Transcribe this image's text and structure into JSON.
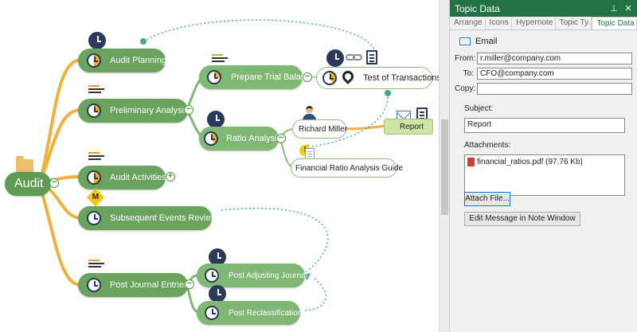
{
  "mindmap": {
    "root": "Audit",
    "nodes": {
      "audit_planning": "Audit Planning",
      "preliminary_analysis": "Preliminary Analysis",
      "prepare_trial_balance": "Prepare Trial Balance",
      "test_of_transactions": "Test of Transactions",
      "ratio_analysis": "Ratio Analysis",
      "richard_miller": "Richard Miller",
      "report": "Report",
      "financial_ratio_guide": "Financial Ratio Analysis Guide",
      "audit_activities": "Audit Activities",
      "subsequent_events": "Subsequent Events Review",
      "post_journal_entries": "Post Journal Entries",
      "post_adjusting_journal": "Post Adjusting Journal",
      "post_reclassification": "Post Reclassification"
    },
    "milestone_marker": "M",
    "alert_marker": "!",
    "task_progress": {
      "audit_planning": "50%",
      "preliminary_analysis": "35%",
      "prepare_trial_balance": "25%",
      "ratio_analysis": "40%",
      "audit_activities": "50%",
      "test_of_transactions": "40%"
    },
    "branch_color": "#6aa35e",
    "connector_color": "#f0b13c",
    "relationship_color": "#3fa898"
  },
  "pane": {
    "title": "Topic Data",
    "pin_icon": "pin-icon",
    "close_icon": "close-icon",
    "tabs": [
      "Arrange",
      "Icons",
      "Hypernote",
      "Topic Ty...",
      "Topic Data"
    ],
    "active_tab": "Topic Data",
    "email_label": "Email",
    "from_label": "From:",
    "from_value": "r.miller@company.com",
    "to_label": "To:",
    "to_value": "CFO@company.com",
    "copy_label": "Copy:",
    "copy_value": "",
    "subject_label": "Subject:",
    "subject_value": "Report",
    "attachments_label": "Attachments:",
    "attachment_file": "financial_ratios.pdf (97.76 Kb)",
    "attach_button": "Attach File...",
    "edit_button": "Edit Message in Note Window",
    "accent_color": "#217346"
  }
}
